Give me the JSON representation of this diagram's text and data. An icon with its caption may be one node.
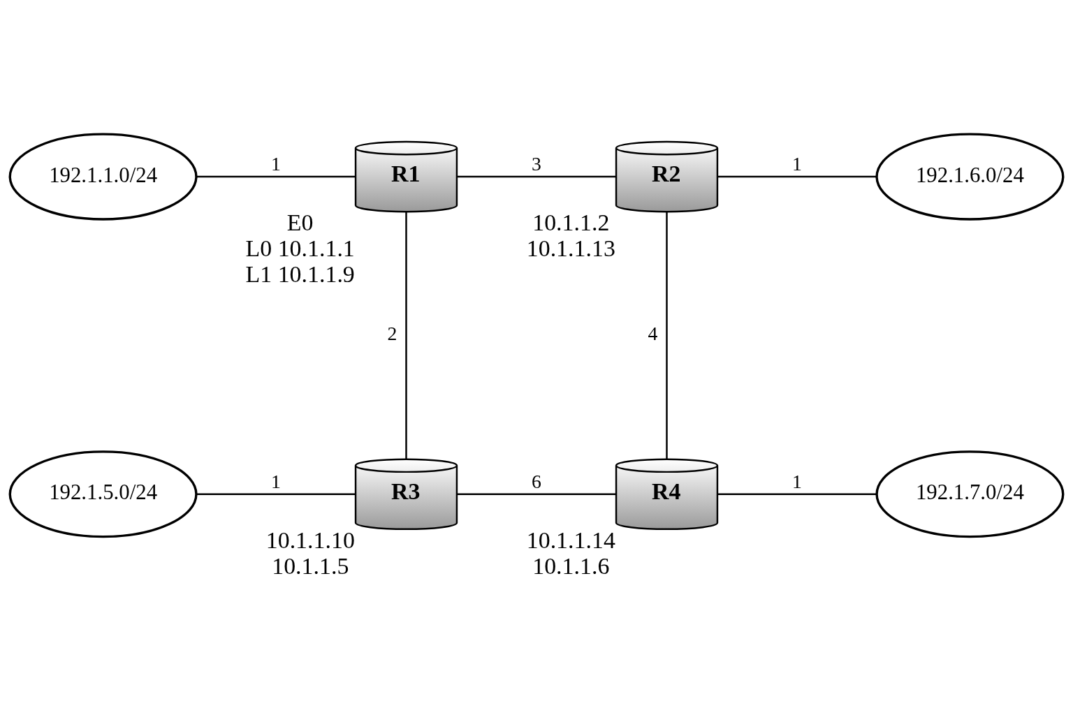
{
  "diagram": {
    "nodes": [
      {
        "text": [
          "192.1.1.0/24"
        ]
      },
      {
        "text": [
          "R1"
        ],
        "beside": [
          "E0",
          "L0 10.1.1.1",
          "L1 10.1.1.9"
        ]
      },
      {
        "text": [
          "R2"
        ],
        "beside": [
          "10.1.1.2",
          "10.1.1.13"
        ]
      },
      {
        "text": [
          "192.1.6.0/24"
        ]
      },
      {
        "text": [
          "192.1.5.0/24"
        ]
      },
      {
        "text": [
          "R3"
        ],
        "beside": [
          "10.1.1.10",
          "10.1.1.5"
        ]
      },
      {
        "text": [
          "R4"
        ],
        "beside": [
          "10.1.1.14",
          "10.1.1.6"
        ]
      },
      {
        "text": [
          "192.1.7.0/24"
        ]
      }
    ],
    "edges": [
      {
        "from": 0,
        "to": 1,
        "arrow": "none",
        "label": "1"
      },
      {
        "from": 1,
        "to": 2,
        "arrow": "none",
        "label": "3"
      },
      {
        "from": 1,
        "to": 5,
        "arrow": "none",
        "label": "2"
      },
      {
        "from": 2,
        "to": 3,
        "arrow": "none",
        "label": "1"
      },
      {
        "from": 2,
        "to": 6,
        "arrow": "none",
        "label": "4"
      },
      {
        "from": 4,
        "to": 5,
        "arrow": "none",
        "label": "1"
      },
      {
        "from": 5,
        "to": 6,
        "arrow": "none",
        "label": "6"
      },
      {
        "from": 6,
        "to": 7,
        "arrow": "none",
        "label": "1"
      }
    ]
  }
}
